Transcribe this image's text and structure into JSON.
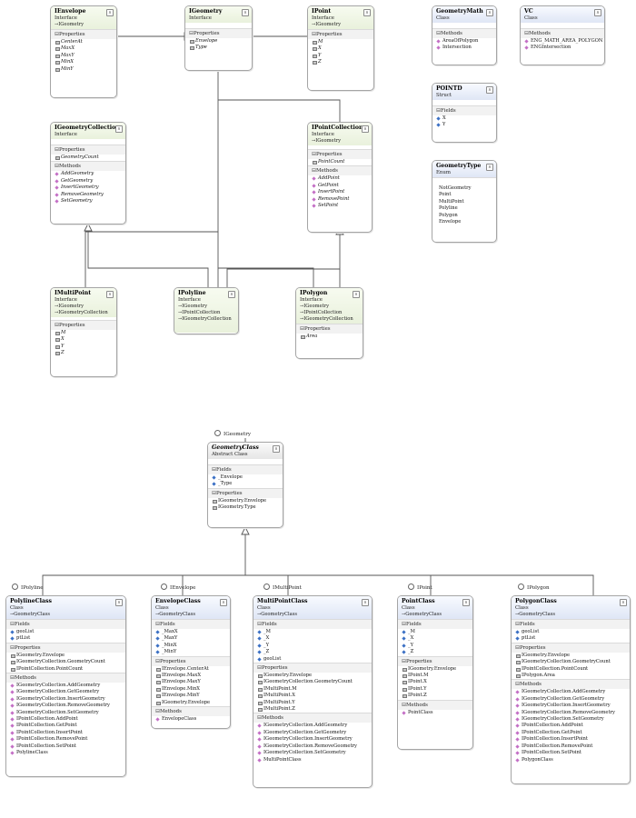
{
  "labels": {
    "properties": "Properties",
    "methods": "Methods",
    "fields": "Fields"
  },
  "interfaces": {
    "ienvelope": {
      "title": "IEnvelope",
      "stereotype": "Interface",
      "inherits": [
        "IGeometry"
      ],
      "properties": [
        "CenterAt",
        "MaxX",
        "MaxY",
        "MinX",
        "MinY"
      ]
    },
    "igeometry": {
      "title": "IGeometry",
      "stereotype": "Interface",
      "properties": [
        "Envelope",
        "Type"
      ]
    },
    "ipoint": {
      "title": "IPoint",
      "stereotype": "Interface",
      "inherits": [
        "IGeometry"
      ],
      "properties": [
        "M",
        "X",
        "Y",
        "Z"
      ]
    },
    "igeometrycollection": {
      "title": "IGeometryCollection",
      "stereotype": "Interface",
      "properties": [
        "GeometryCount"
      ],
      "methods": [
        "AddGeometry",
        "GetGeometry",
        "InsertGeometry",
        "RemoveGeometry",
        "SetGeometry"
      ]
    },
    "ipointcollection": {
      "title": "IPointCollection",
      "stereotype": "Interface",
      "inherits": [
        "IGeometry"
      ],
      "properties": [
        "PointCount"
      ],
      "methods": [
        "AddPoint",
        "GetPoint",
        "InsertPoint",
        "RemovePoint",
        "SetPoint"
      ]
    },
    "imultipoint": {
      "title": "IMultiPoint",
      "stereotype": "Interface",
      "inherits": [
        "IGeometry",
        "IGeometryCollection"
      ],
      "properties": [
        "M",
        "X",
        "Y",
        "Z"
      ]
    },
    "ipolyline": {
      "title": "IPolyline",
      "stereotype": "Interface",
      "inherits": [
        "IGeometry",
        "IPointCollection",
        "IGeometryCollection"
      ]
    },
    "ipolygon": {
      "title": "IPolygon",
      "stereotype": "Interface",
      "inherits": [
        "IGeometry",
        "IPointCollection",
        "IGeometryCollection"
      ],
      "properties": [
        "Area"
      ]
    }
  },
  "utils": {
    "geometrymath": {
      "title": "GeometryMath",
      "stereotype": "Class",
      "methods": [
        "AreaOfPolygon",
        "Intersection"
      ]
    },
    "vc": {
      "title": "VC",
      "stereotype": "Class",
      "methods": [
        "ENG_MATH_AREA_POLYGON",
        "ENGIntersection"
      ]
    },
    "pointd": {
      "title": "POINTD",
      "stereotype": "Struct",
      "fields": [
        "X",
        "Y"
      ]
    },
    "geometrytype": {
      "title": "GeometryType",
      "stereotype": "Enum",
      "values": [
        "NotGeometry",
        "Point",
        "MultiPoint",
        "Polyline",
        "Polygon",
        "Envelope"
      ]
    }
  },
  "geometryclass": {
    "lollipop": "IGeometry",
    "title": "GeometryClass",
    "stereotype": "Abstract Class",
    "fields": [
      "_Envelope",
      "_Type"
    ],
    "properties": [
      "IGeometry.Envelope",
      "IGeometry.Type"
    ]
  },
  "classes": {
    "polylineclass": {
      "lollipop": "IPolyline",
      "title": "PolylineClass",
      "stereotype": "Class",
      "inherits": [
        "GeometryClass"
      ],
      "fields": [
        "geoList",
        "ptList"
      ],
      "properties": [
        "IGeometry.Envelope",
        "IGeometryCollection.GeometryCount",
        "IPointCollection.PointCount"
      ],
      "methods": [
        "IGeometryCollection.AddGeometry",
        "IGeometryCollection.GetGeometry",
        "IGeometryCollection.InsertGeometry",
        "IGeometryCollection.RemoveGeometry",
        "IGeometryCollection.SetGeometry",
        "IPointCollection.AddPoint",
        "IPointCollection.GetPoint",
        "IPointCollection.InsertPoint",
        "IPointCollection.RemovePoint",
        "IPointCollection.SetPoint",
        "PolylineClass"
      ]
    },
    "envelopeclass": {
      "lollipop": "IEnvelope",
      "title": "EnvelopeClass",
      "stereotype": "Class",
      "inherits": [
        "GeometryClass"
      ],
      "fields": [
        "_MaxX",
        "_MaxY",
        "_MinX",
        "_MinY"
      ],
      "properties": [
        "IEnvelope.CenterAt",
        "IEnvelope.MaxX",
        "IEnvelope.MaxY",
        "IEnvelope.MinX",
        "IEnvelope.MinY",
        "IGeometry.Envelope"
      ],
      "methods": [
        "EnvelopeClass"
      ]
    },
    "multipointclass": {
      "lollipop": "IMultiPoint",
      "title": "MultiPointClass",
      "stereotype": "Class",
      "inherits": [
        "GeometryClass"
      ],
      "fields": [
        "_M",
        "_X",
        "_Y",
        "_Z",
        "geoList"
      ],
      "properties": [
        "IGeometry.Envelope",
        "IGeometryCollection.GeometryCount",
        "IMultiPoint.M",
        "IMultiPoint.X",
        "IMultiPoint.Y",
        "IMultiPoint.Z"
      ],
      "methods": [
        "IGeometryCollection.AddGeometry",
        "IGeometryCollection.GetGeometry",
        "IGeometryCollection.InsertGeometry",
        "IGeometryCollection.RemoveGeometry",
        "IGeometryCollection.SetGeometry",
        "MultiPointClass"
      ]
    },
    "pointclass": {
      "lollipop": "IPoint",
      "title": "PointClass",
      "stereotype": "Class",
      "inherits": [
        "GeometryClass"
      ],
      "fields": [
        "_M",
        "_X",
        "_Y",
        "_Z"
      ],
      "properties": [
        "IGeometry.Envelope",
        "IPoint.M",
        "IPoint.X",
        "IPoint.Y",
        "IPoint.Z"
      ],
      "methods": [
        "PointClass"
      ]
    },
    "polygonclass": {
      "lollipop": "IPolygon",
      "title": "PolygonClass",
      "stereotype": "Class",
      "inherits": [
        "GeometryClass"
      ],
      "fields": [
        "geoList",
        "ptList"
      ],
      "properties": [
        "IGeometry.Envelope",
        "IGeometryCollection.GeometryCount",
        "IPointCollection.PointCount",
        "IPolygon.Area"
      ],
      "methods": [
        "IGeometryCollection.AddGeometry",
        "IGeometryCollection.GetGeometry",
        "IGeometryCollection.InsertGeometry",
        "IGeometryCollection.RemoveGeometry",
        "IGeometryCollection.SetGeometry",
        "IPointCollection.AddPoint",
        "IPointCollection.GetPoint",
        "IPointCollection.InsertPoint",
        "IPointCollection.RemovePoint",
        "IPointCollection.SetPoint",
        "PolygonClass"
      ]
    }
  }
}
